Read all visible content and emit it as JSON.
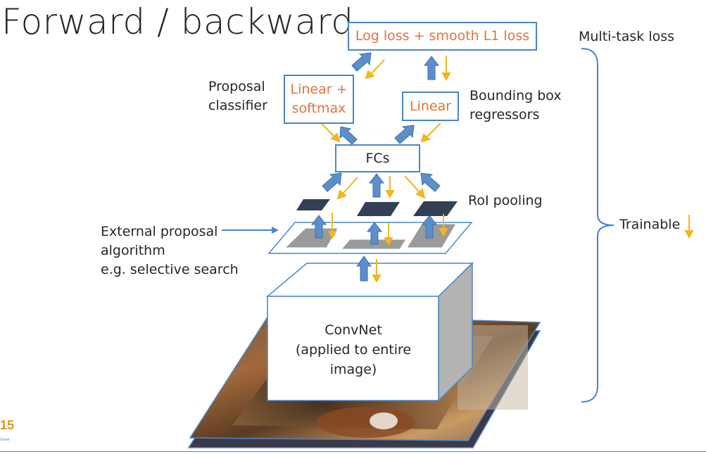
{
  "slide": {
    "title": "Forward / backward"
  },
  "boxes": {
    "loss": "Log loss + smooth L1 loss",
    "classifier_line1": "Linear +",
    "classifier_line2": "softmax",
    "regressor": "Linear",
    "fcs": "FCs"
  },
  "labels": {
    "multitask": "Multi-task loss",
    "proposal_classifier_line1": "Proposal",
    "proposal_classifier_line2": "classifier",
    "bbox_line1": "Bounding box",
    "bbox_line2": "regressors",
    "roi_pooling": "RoI pooling",
    "external_line1": "External proposal",
    "external_line2": "algorithm",
    "external_line3": "e.g. selective search",
    "trainable": "Trainable",
    "convnet_line1": "ConvNet",
    "convnet_line2": "(applied to entire",
    "convnet_line3": "image)"
  },
  "logo": {
    "text": "15",
    "subtext": "Vision"
  },
  "colors": {
    "box_border": "#4a86c5",
    "box_text": "#e2733a",
    "forward_arrow": "#5b8fcb",
    "backward_arrow": "#f2b61e",
    "roi_fill": "#333f55",
    "proposal_fill": "#9a9a9a",
    "bracket": "#4a86c5"
  }
}
